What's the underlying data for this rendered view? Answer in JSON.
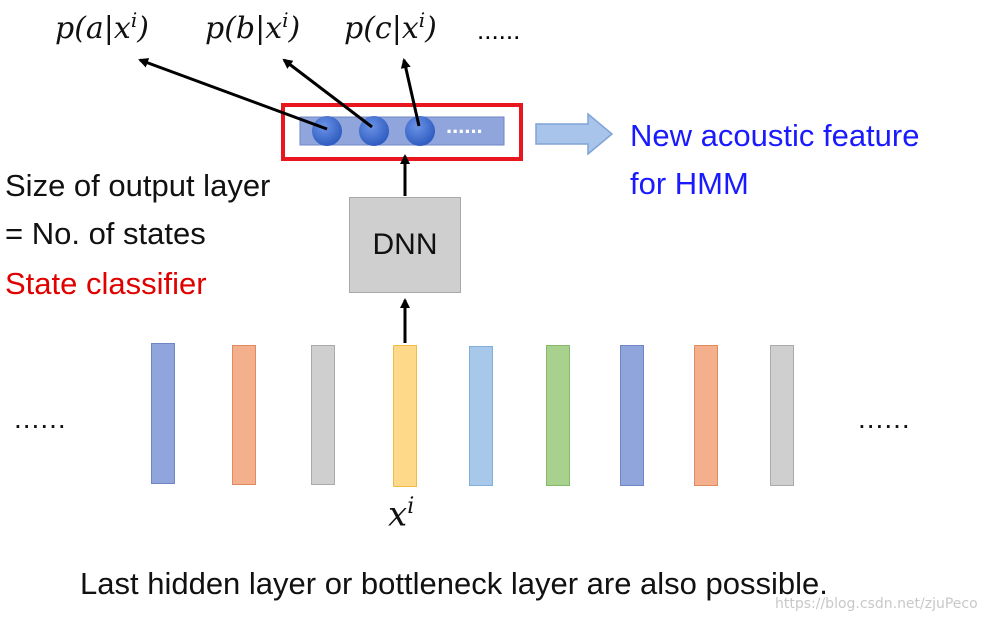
{
  "probs": {
    "a": "p(a|x",
    "b": "p(b|x",
    "c": "p(c|x",
    "sup": "i",
    "close": ")",
    "trailing": "......"
  },
  "output_dots": "......",
  "feature_label": {
    "line1": "New acoustic feature",
    "line2": "for HMM"
  },
  "left_text": {
    "line1": "Size of output layer",
    "line2": "= No. of states",
    "line3": "State classifier"
  },
  "dnn_label": "DNN",
  "ellipsis_left": "......",
  "ellipsis_right": "......",
  "input_label": {
    "base": "x",
    "sup": "i"
  },
  "caption": "Last hidden layer or bottleneck layer are also possible.",
  "watermark": "https://blog.csdn.net/zjuPeco",
  "colors": {
    "blue": "#1a1aff",
    "red": "#e00000",
    "highlight_box": "#e8161e",
    "node": "#3f6fd0",
    "output_bar": "#8fa5dc",
    "bars": [
      "#8fa5dc",
      "#f4b08d",
      "#cfcfcf",
      "#ffd98a",
      "#a8c8ea",
      "#a9d18e",
      "#8fa5dc",
      "#f4b08d",
      "#cfcfcf"
    ]
  }
}
